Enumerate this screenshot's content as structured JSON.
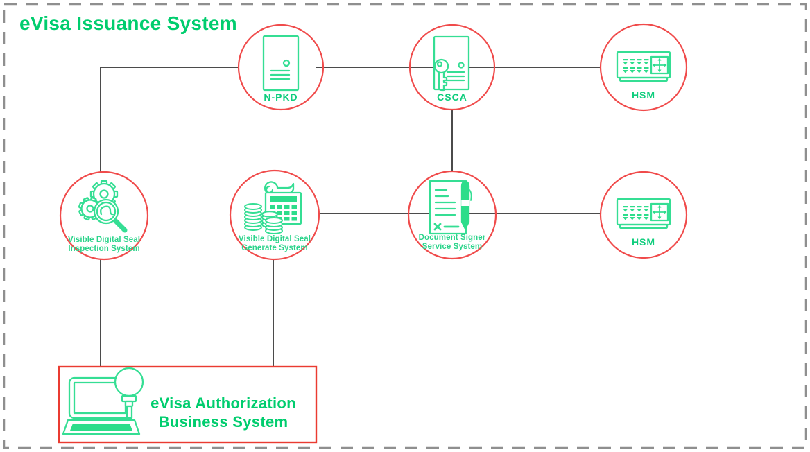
{
  "page": {
    "title": "eVisa Issuance System"
  },
  "colors": {
    "title_green": "#00cd6e",
    "label_green": "#2bd48b",
    "icon_green": "#35de94",
    "node_circle_red": "#f04b4b",
    "business_box_red": "#ea3b31",
    "connector_gray": "#4b4b4b",
    "border_gray": "#8f8f8f",
    "background": "#ffffff"
  },
  "nodes": [
    {
      "id": "n-pkd",
      "label": "N-PKD",
      "icon": "server-icon"
    },
    {
      "id": "csca",
      "label": "CSCA",
      "icon": "key-server-icon"
    },
    {
      "id": "hsm-top",
      "label": "HSM",
      "icon": "hsm-device-icon"
    },
    {
      "id": "vds-inspection",
      "label_lines": [
        "Visible Digital Seal",
        "Inspection System"
      ],
      "icon": "gears-magnifier-icon"
    },
    {
      "id": "vds-generate",
      "label_lines": [
        "Visible Digital Seal",
        "Generate System"
      ],
      "icon": "calculator-coins-icon"
    },
    {
      "id": "doc-signer",
      "label_lines": [
        "Document Signer",
        "Service System"
      ],
      "icon": "document-pen-icon"
    },
    {
      "id": "hsm-bottom",
      "label": "HSM",
      "icon": "hsm-device-icon"
    }
  ],
  "business_box": {
    "id": "evisa-authorization-business-system",
    "label_lines": [
      "eVisa Authorization",
      "Business System"
    ],
    "icon": "laptop-stamp-icon"
  },
  "connections": [
    {
      "from": "n-pkd",
      "to": "csca"
    },
    {
      "from": "csca",
      "to": "hsm-top"
    },
    {
      "from": "n-pkd",
      "to": "vds-inspection"
    },
    {
      "from": "csca",
      "to": "doc-signer"
    },
    {
      "from": "vds-generate",
      "to": "doc-signer"
    },
    {
      "from": "doc-signer",
      "to": "hsm-bottom"
    },
    {
      "from": "vds-inspection",
      "to": "evisa-authorization-business-system"
    },
    {
      "from": "vds-generate",
      "to": "evisa-authorization-business-system"
    }
  ]
}
